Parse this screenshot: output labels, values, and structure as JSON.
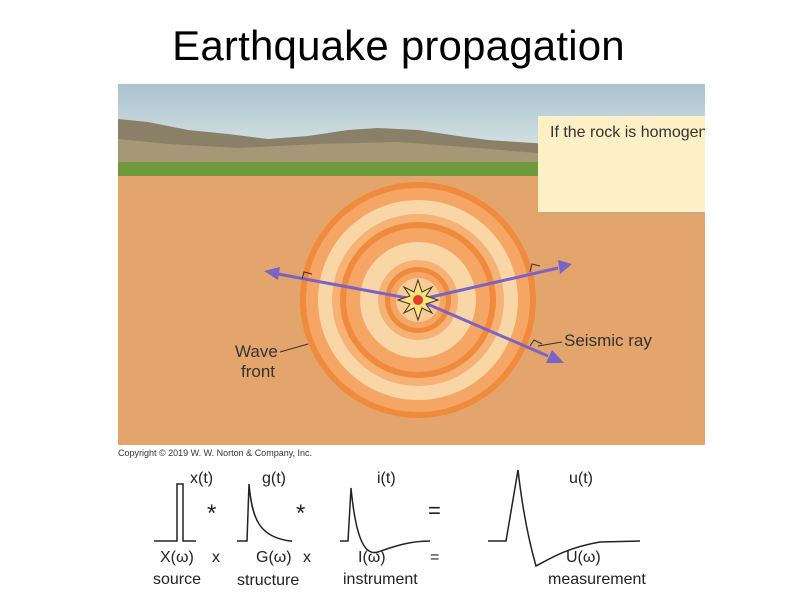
{
  "title": "Earthquake propagation",
  "figure": {
    "callout": "If the rock is homogeneous, wave fronts are circles, in cross section.",
    "wave_front_label_line1": "Wave",
    "wave_front_label_line2": "front",
    "seismic_ray_label": "Seismic ray",
    "copyright": "Copyright © 2019 W. W. Norton & Company, Inc."
  },
  "convolution": {
    "x_t": "x(t)",
    "g_t": "g(t)",
    "i_t": "i(t)",
    "u_t": "u(t)",
    "conv1": "*",
    "conv2": "*",
    "equals_top": "=",
    "X_w": "X(ω)",
    "times1": "x",
    "G_w": "G(ω)",
    "times2": "x",
    "I_w": "I(ω)",
    "equals_bottom": "=",
    "U_w": "U(ω)",
    "source": "source",
    "structure": "structure",
    "instrument": "instrument",
    "measurement": "measurement"
  },
  "colors": {
    "sky": "#bfd3da",
    "soil": "#e3a56c",
    "grass": "#6f9a3c",
    "ring_outer": "#f08a3c",
    "ring_inner": "#f5c995",
    "ray": "#7a63c6",
    "callout_bg": "#fdefc6"
  }
}
